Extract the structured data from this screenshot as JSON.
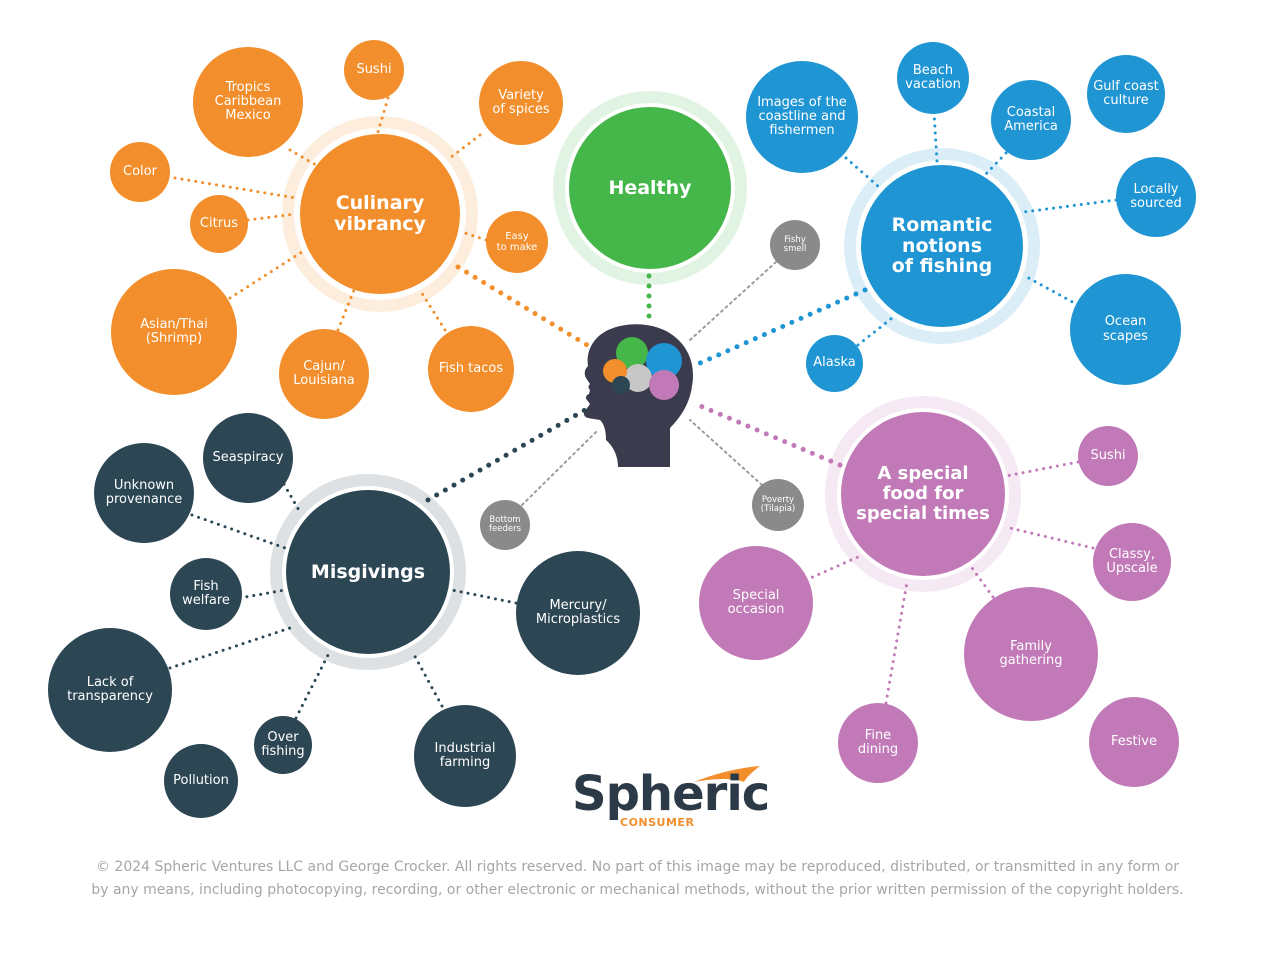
{
  "colors": {
    "orange": "#f28e2b",
    "green": "#45b649",
    "blue": "#1f95d4",
    "purple": "#c179b7",
    "navy": "#2c4654",
    "gray": "#8a8a8a",
    "head": "#3a3b4d"
  },
  "center_icon": "head-with-colored-bubbles-icon",
  "hubs": {
    "culinary": "Culinary\nvibrancy",
    "healthy": "Healthy",
    "romantic": "Romantic\nnotions\nof fishing",
    "misgivings": "Misgivings",
    "special": "A special\nfood for\nspecial times"
  },
  "culinary_items": {
    "tropics": "Tropics\nCaribbean\nMexico",
    "sushi": "Sushi",
    "spices": "Variety\nof spices",
    "color": "Color",
    "citrus": "Citrus",
    "easy": "Easy\nto make",
    "asian": "Asian/Thai\n(Shrimp)",
    "cajun": "Cajun/\nLouisiana",
    "tacos": "Fish tacos"
  },
  "romantic_items": {
    "images": "Images of the\ncoastline and\nfishermen",
    "beach": "Beach\nvacation",
    "coastal": "Coastal\nAmerica",
    "gulf": "Gulf coast\nculture",
    "local": "Locally\nsourced",
    "ocean": "Ocean\nscapes",
    "alaska": "Alaska"
  },
  "misgivings_items": {
    "seaspiracy": "Seaspiracy",
    "unknown": "Unknown\nprovenance",
    "welfare": "Fish\nwelfare",
    "transparency": "Lack of\ntransparency",
    "overfishing": "Over\nfishing",
    "pollution": "Pollution",
    "industrial": "Industrial\nfarming",
    "mercury": "Mercury/\nMicroplastics"
  },
  "special_items": {
    "sushi": "Sushi",
    "classy": "Classy,\nUpscale",
    "occasion": "Special\noccasion",
    "family": "Family\ngathering",
    "fine": "Fine\ndining",
    "festive": "Festive"
  },
  "gray_items": {
    "fishy": "Fishy\nsmell",
    "bottom": "Bottom\nfeeders",
    "poverty": "Poverty\n(Tilapia)"
  },
  "logo": {
    "word": "Spheric",
    "sub": "CONSUMER"
  },
  "copyright": {
    "line1": "© 2024 Spheric Ventures LLC and George Crocker. All rights reserved. No part of this image may be reproduced, distributed, or transmitted in any form or",
    "line2": "by any means, including photocopying, recording, or other electronic or mechanical methods, without the prior written permission of the copyright holders."
  }
}
